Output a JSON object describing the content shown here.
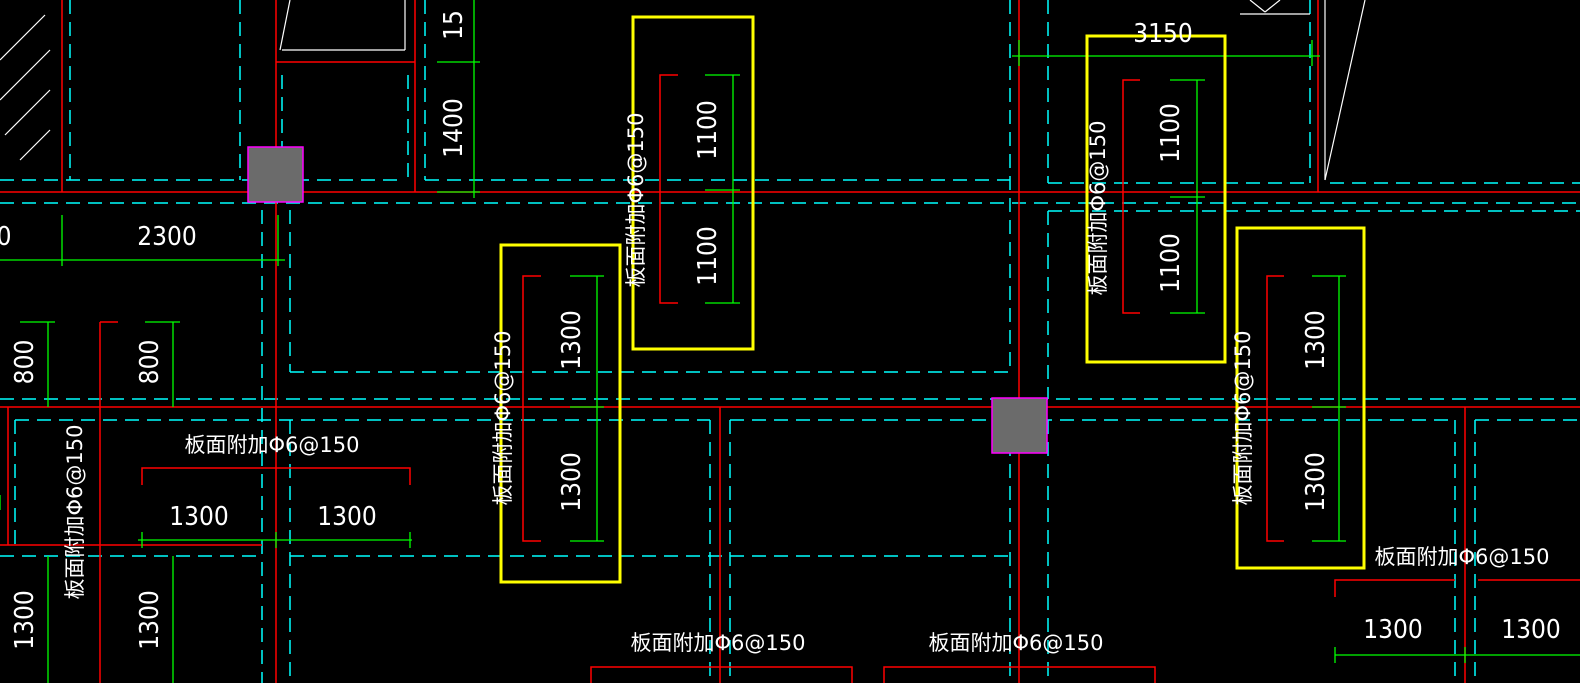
{
  "colors": {
    "background": "#000000",
    "beam_line": "#ff0000",
    "slab_edge": "#00ffff",
    "dimension": "#00ff00",
    "text": "#ffffff",
    "highlight_box": "#ffff00",
    "column_fill": "#6b6b6b",
    "column_border": "#ff00ff"
  },
  "labels": {
    "rebar_note": "板面附加Φ6@150"
  },
  "dimensions": {
    "d1500_top": "15",
    "d1400": "1400",
    "d2300": "2300",
    "d_left_edge": "0",
    "d3150": "3150",
    "d1100_a": "1100",
    "d1100_b": "1100",
    "d1100_c": "1100",
    "d1100_d": "1100",
    "d800_a": "800",
    "d800_b": "800",
    "d1300_c1": "1300",
    "d1300_c2": "1300",
    "d1300_r1": "1300",
    "d1300_r2": "1300",
    "d1300_h1": "1300",
    "d1300_h2": "1300",
    "d1300_v1": "1300",
    "d1300_v2": "1300",
    "d1300_br1": "1300",
    "d1300_br2": "1300"
  }
}
